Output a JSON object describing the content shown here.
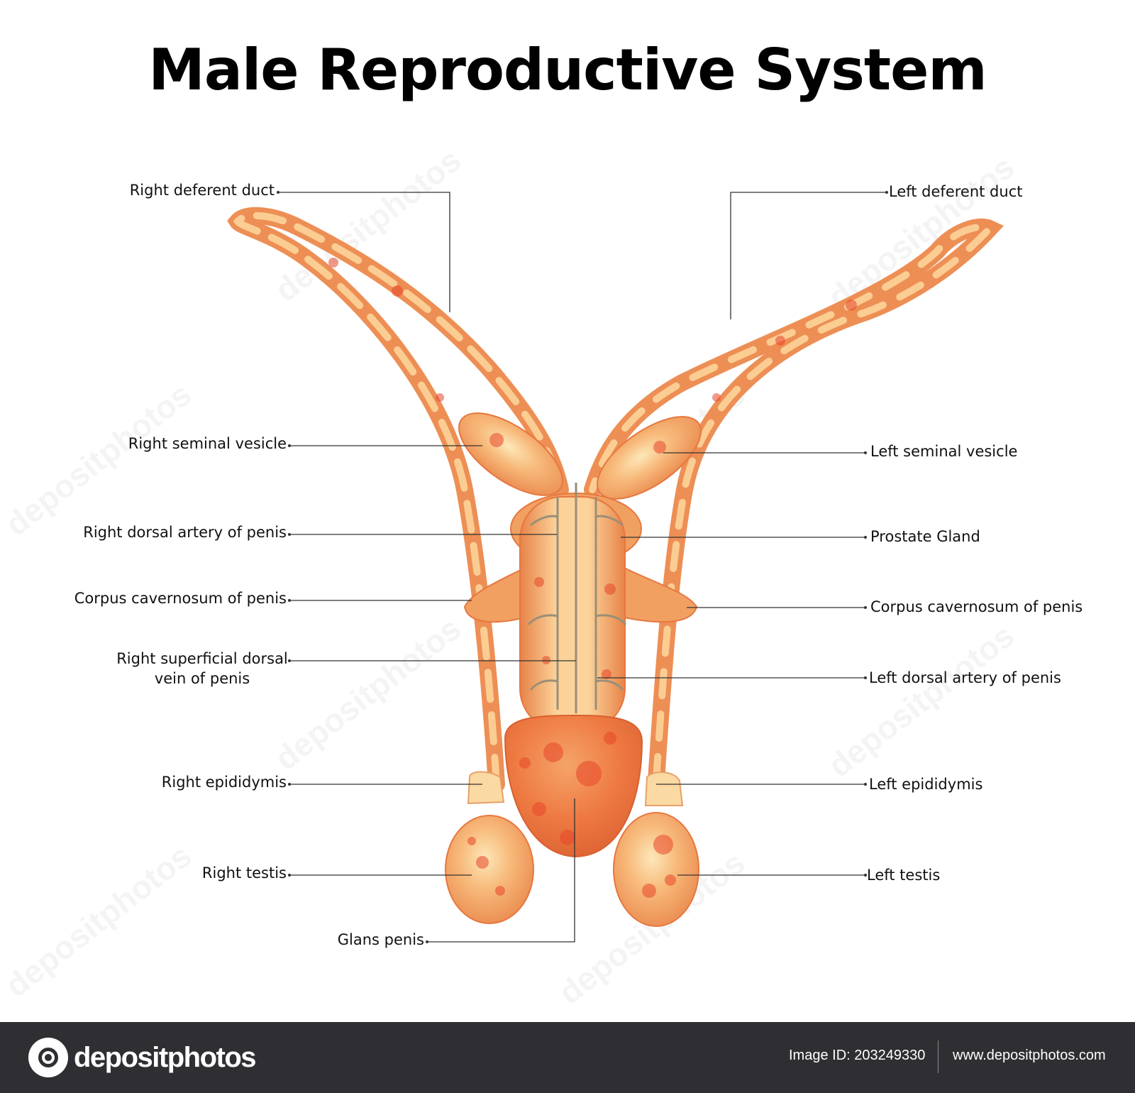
{
  "title": "Male Reproductive System",
  "labels": {
    "right_deferent_duct": "Right deferent duct",
    "left_deferent_duct": "Left deferent duct",
    "right_seminal_vesicle": "Right seminal vesicle",
    "left_seminal_vesicle": "Left seminal vesicle",
    "right_dorsal_artery": "Right dorsal artery of penis",
    "prostate_gland": "Prostate Gland",
    "corpus_cavernosum_right": "Corpus cavernosum of penis",
    "corpus_cavernosum_left": "Corpus cavernosum of penis",
    "right_superficial_dorsal_vein": "Right superficial dorsal vein of penis",
    "left_dorsal_artery": "Left dorsal artery of penis",
    "right_epididymis": "Right epididymis",
    "left_epididymis": "Left epididymis",
    "right_testis": "Right testis",
    "left_testis": "Left testis",
    "glans_penis": "Glans penis"
  },
  "watermark": "depositphotos",
  "footer": {
    "brand": "depositphotos",
    "image_id": "Image ID: 203249330",
    "website": "www.depositphotos.com"
  },
  "colors": {
    "organ_base": "#f2a66a",
    "organ_highlight": "#fde0a8",
    "organ_spots": "#e8472a",
    "leader_line": "#333333",
    "footer_bg": "#2f2f33"
  }
}
